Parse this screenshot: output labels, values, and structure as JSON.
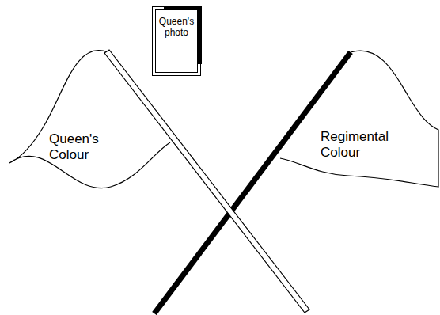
{
  "diagram": {
    "nodes": [
      {
        "text": [
          "Queen's photo"
        ]
      },
      {
        "text": [
          "Queen's Colour"
        ]
      },
      {
        "text": [
          "Regimental Colour"
        ]
      }
    ]
  }
}
